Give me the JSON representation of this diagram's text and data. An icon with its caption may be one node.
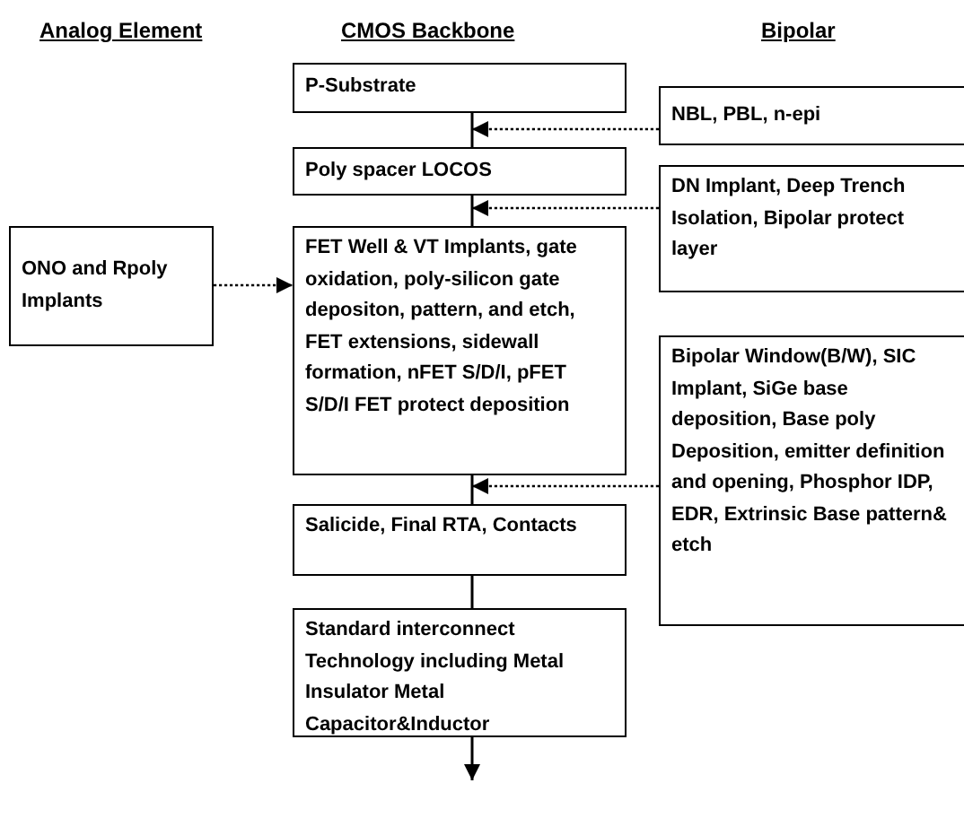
{
  "diagram": {
    "nodes": [
      {
        "text": [
          "P-Substrate"
        ]
      },
      {
        "text": [
          "Poly spacer LOCOS"
        ]
      },
      {
        "text": [
          "FET Well & VT Implants, gate oxidation, poly-silicon gate depositon, pattern, and etch, FET extensions, sidewall formation, nFET S/D/I, pFET S/D/I FET protect deposition"
        ]
      },
      {
        "text": [
          "Salicide, Final RTA, Contacts"
        ]
      },
      {
        "text": [
          "Standard interconnect Technology including Metal Insulator Metal Capacitor&Inductor"
        ]
      },
      {
        "text": [
          "ONO and Rpoly Implants"
        ]
      },
      {
        "text": [
          "NBL, PBL, n-epi"
        ]
      },
      {
        "text": [
          "DN Implant, Deep Trench Isolation, Bipolar protect layer"
        ]
      },
      {
        "text": [
          "Bipolar  Window(B/W), SIC Implant, SiGe base deposition, Base poly Deposition, emitter definition and opening, Phosphor IDP, EDR, Extrinsic Base pattern& etch"
        ]
      }
    ],
    "edges": [
      {
        "from": 0,
        "to": 1,
        "arrow": "none"
      },
      {
        "from": 1,
        "to": 2,
        "arrow": "none"
      },
      {
        "from": 2,
        "to": 3,
        "arrow": "none"
      },
      {
        "from": 3,
        "to": 4,
        "arrow": "none"
      },
      {
        "from": 4,
        "to": null,
        "arrow": "to"
      },
      {
        "from": 6,
        "to": 1,
        "arrow": "to",
        "style": "dashed"
      },
      {
        "from": 7,
        "to": 2,
        "arrow": "to",
        "style": "dashed"
      },
      {
        "from": 5,
        "to": 2,
        "arrow": "to",
        "style": "dashed"
      },
      {
        "from": 8,
        "to": 3,
        "arrow": "to",
        "style": "dashed"
      }
    ],
    "labels": [
      "Analog Element",
      "CMOS Backbone",
      "Bipolar"
    ]
  }
}
